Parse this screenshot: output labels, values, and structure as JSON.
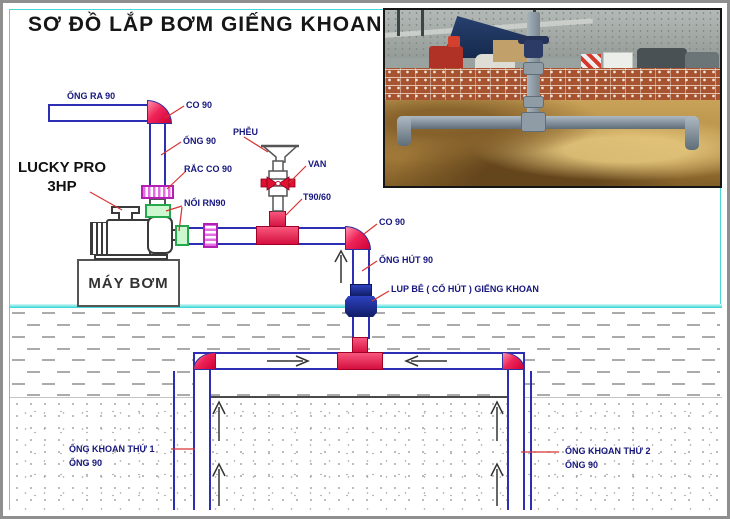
{
  "title": "SƠ ĐỒ LẮP BƠM GIẾNG KHOAN",
  "labels": {
    "ong_ra_90": "ỐNG RA 90",
    "co_90_top": "CO 90",
    "ong_90": "ỐNG 90",
    "rac_co_90": "RẮC CO 90",
    "noi_rn90": "NỐI RN90",
    "pheu": "PHỄU",
    "van": "VAN",
    "t90_60": "T90/60",
    "co_90_suction": "CO 90",
    "ong_hut_90": "ỐNG HÚT 90",
    "lup_be": "LUP BÊ ( CỔ HÚT ) GIẾNG KHOAN",
    "pump_brand": "LUCKY PRO",
    "pump_power": "3HP",
    "pump_base": "MÁY BƠM",
    "well_1_name": "ỐNG KHOAN THỨ 1",
    "well_1_pipe": "ỐNG 90",
    "well_2_name": "ỐNG KHOAN THỨ 2",
    "well_2_pipe": "ỐNG 90"
  },
  "colors": {
    "pipe_outline": "#2e2eb5",
    "fitting_red": "#e0113f",
    "fitting_green": "#24a84e",
    "fitting_magenta": "#b21fb2",
    "foot_valve_navy": "#1b2a8f",
    "ground_cyan": "#3fd9d9",
    "leader_red": "#d83434",
    "label_navy": "#16167e"
  }
}
